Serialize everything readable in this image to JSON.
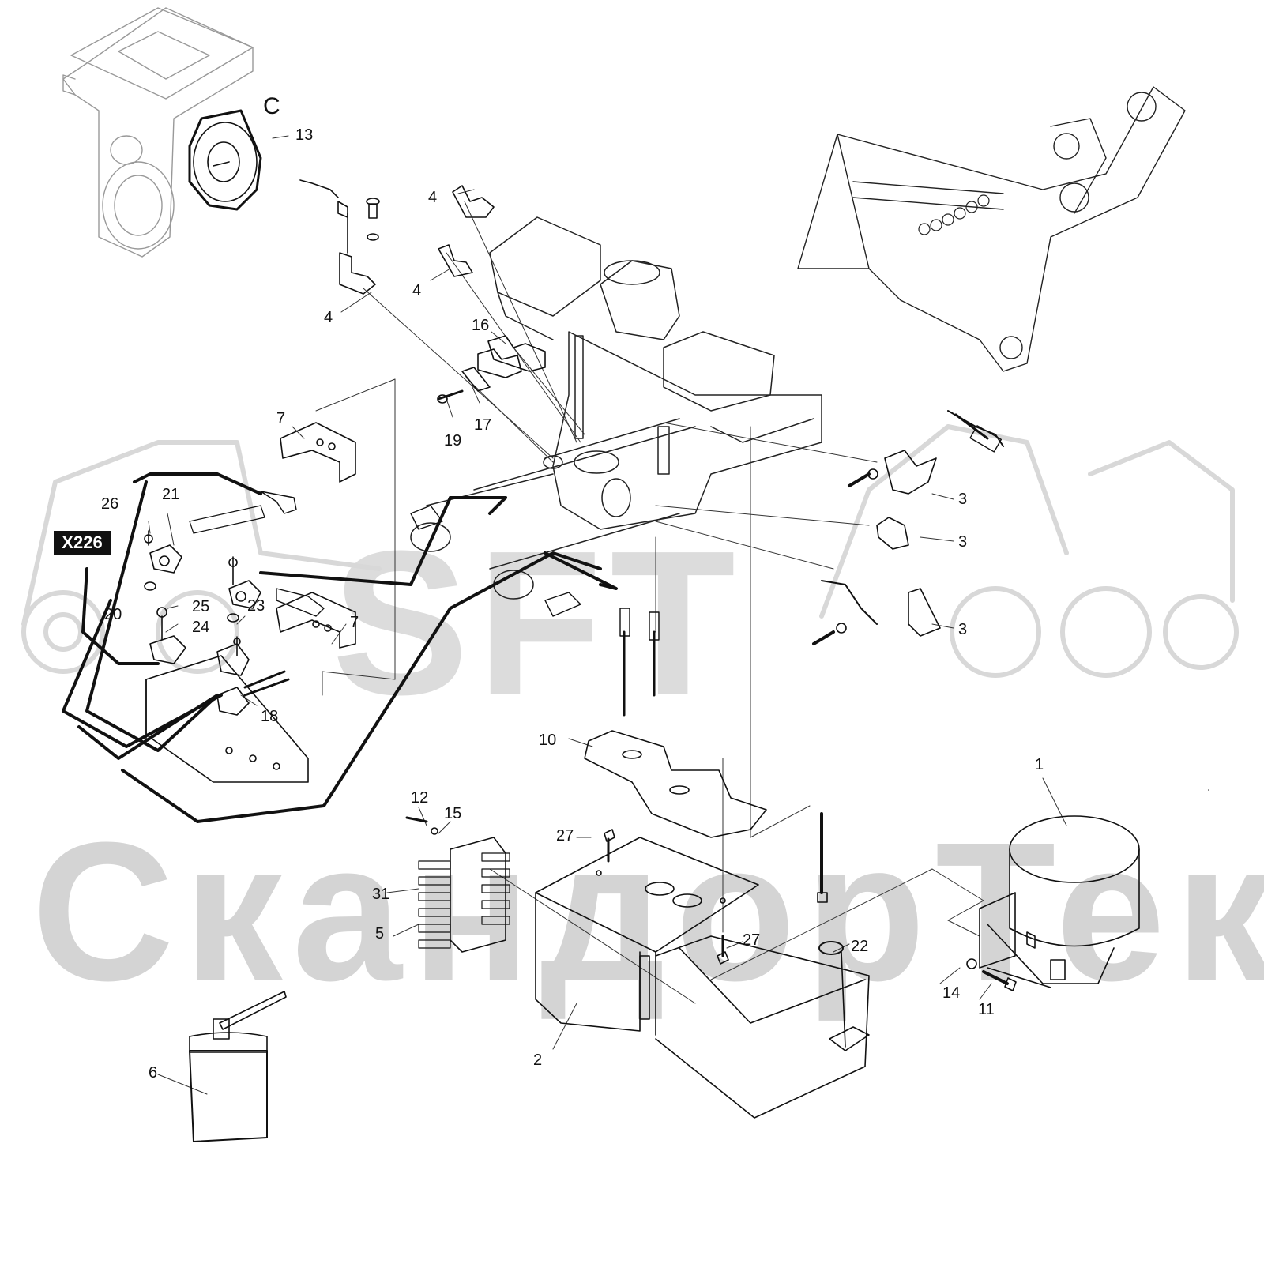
{
  "watermark": {
    "brand_text": "СкандорТек",
    "logo_text": "SFT"
  },
  "view_tag": "X226",
  "detail_letter": "C",
  "callouts": {
    "c1": "1",
    "c2": "2",
    "c3a": "3",
    "c3b": "3",
    "c3c": "3",
    "c4a": "4",
    "c4b": "4",
    "c4c": "4",
    "c5": "5",
    "c6": "6",
    "c7a": "7",
    "c7b": "7",
    "c10": "10",
    "c11": "11",
    "c12": "12",
    "c13": "13",
    "c14": "14",
    "c15": "15",
    "c16": "16",
    "c17": "17",
    "c18": "18",
    "c19": "19",
    "c20": "20",
    "c21": "21",
    "c22": "22",
    "c23": "23",
    "c24": "24",
    "c25": "25",
    "c26": "26",
    "c27a": "27",
    "c27b": "27",
    "c31": "31"
  }
}
